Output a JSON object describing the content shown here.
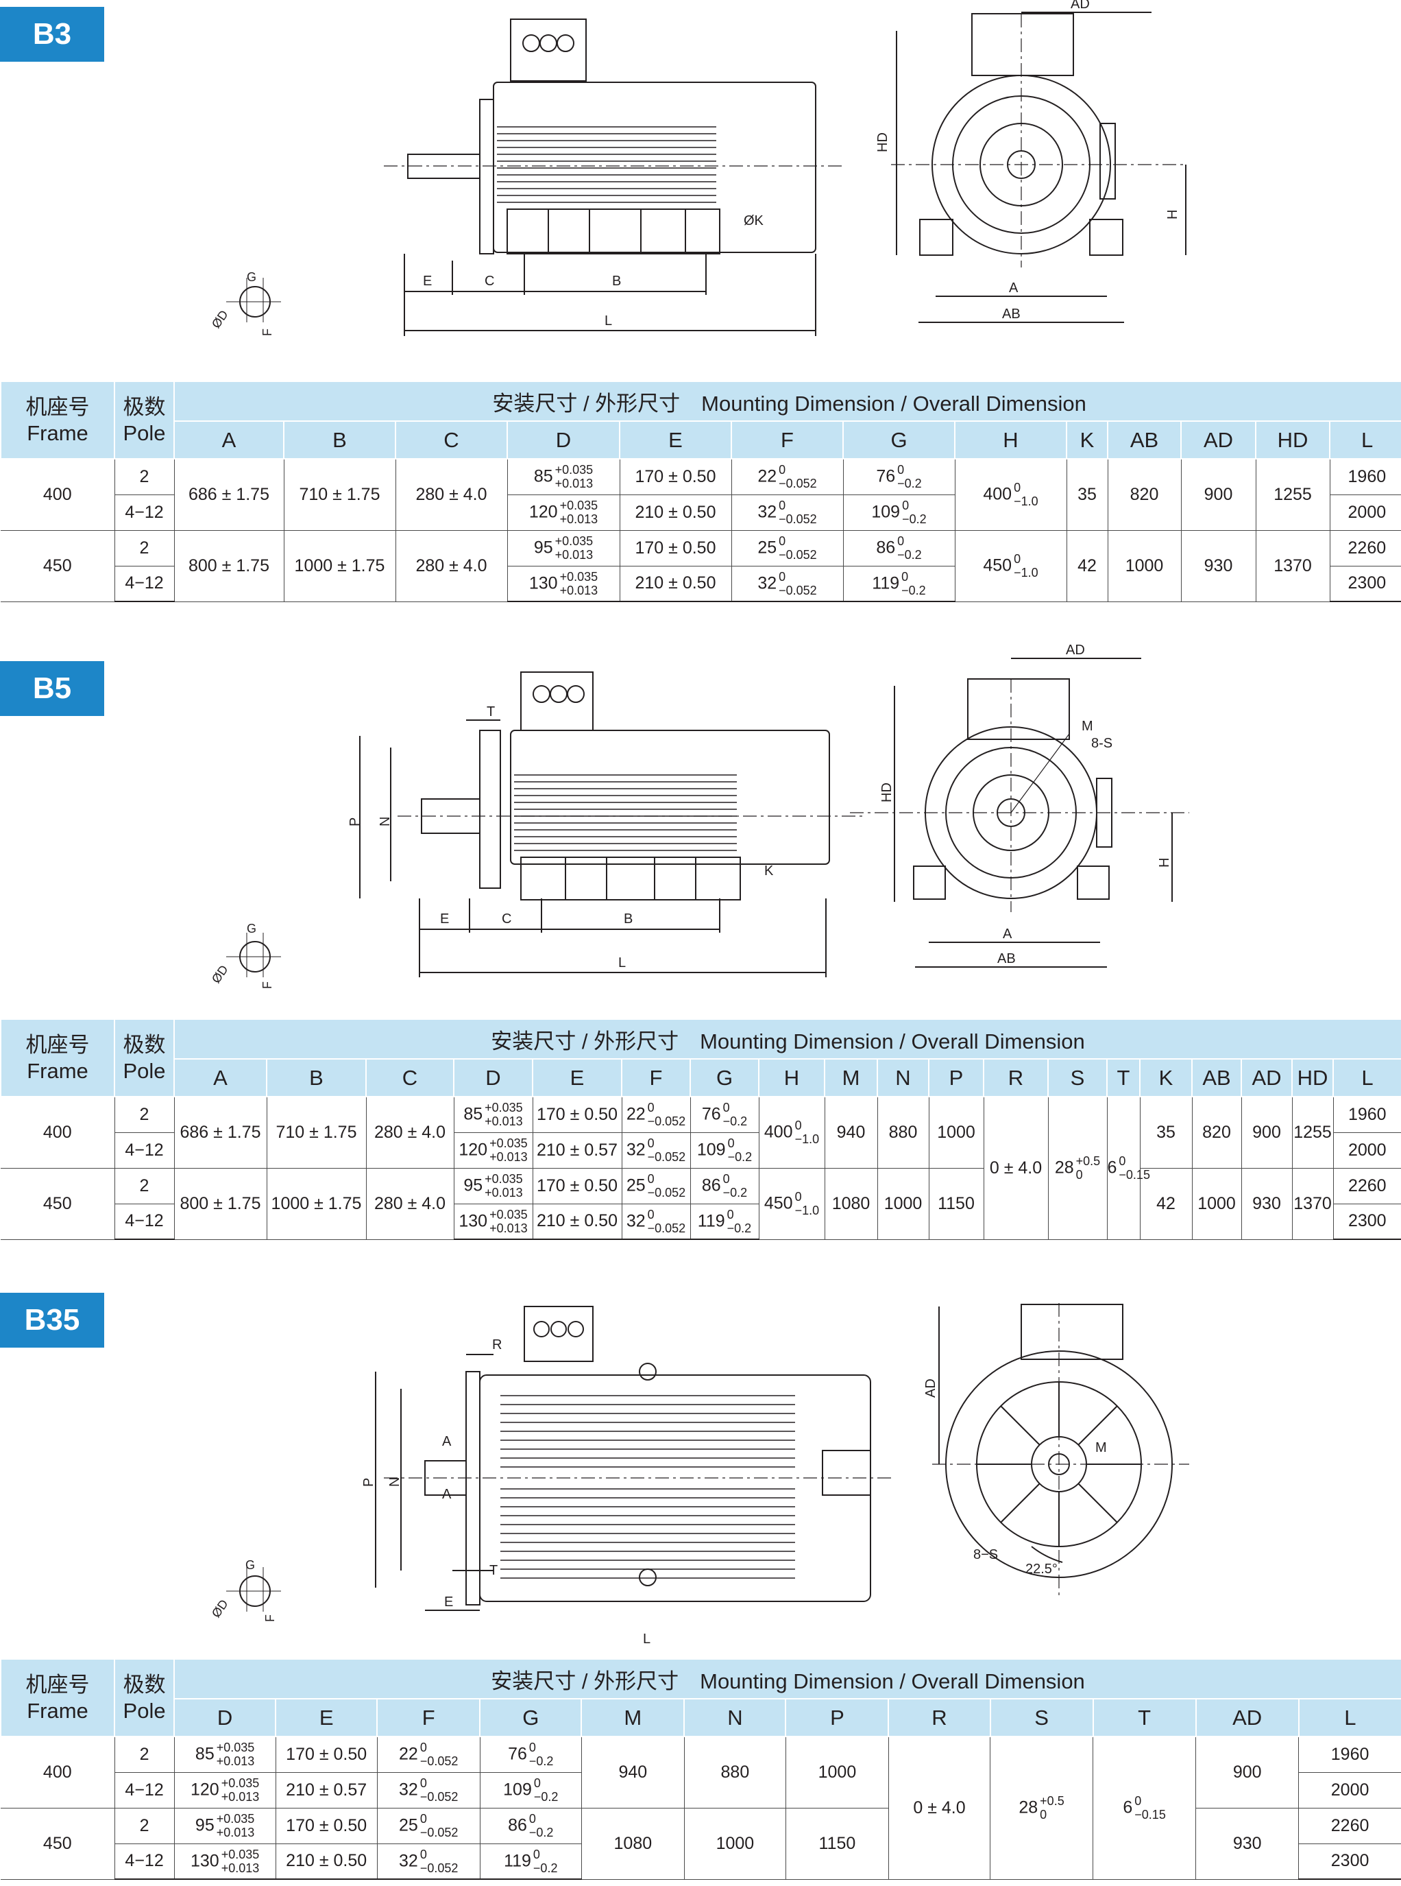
{
  "sections": [
    {
      "tag": "B3",
      "table": {
        "title": "安装尺寸 / 外形尺寸　Mounting Dimension / Overall Dimension",
        "frame_label": [
          "机座号",
          "Frame"
        ],
        "pole_label": [
          "极数",
          "Pole"
        ],
        "columns": [
          "A",
          "B",
          "C",
          "D",
          "E",
          "F",
          "G",
          "H",
          "K",
          "AB",
          "AD",
          "HD",
          "L"
        ],
        "frames": [
          {
            "frame": "400",
            "A": "686 ± 1.75",
            "B": "710 ± 1.75",
            "C": "280 ± 4.0",
            "H": "400",
            "H_tol": [
              "0",
              "−1.0"
            ],
            "K": "35",
            "AB": "820",
            "AD": "900",
            "HD": "1255",
            "rows": [
              {
                "pole": "2",
                "D": "85",
                "D_tol": [
                  "+0.035",
                  "+0.013"
                ],
                "E": "170 ± 0.50",
                "F": "22",
                "F_tol": [
                  "0",
                  "−0.052"
                ],
                "G": "76",
                "G_tol": [
                  "0",
                  "−0.2"
                ],
                "L": "1960"
              },
              {
                "pole": "4−12",
                "D": "120",
                "D_tol": [
                  "+0.035",
                  "+0.013"
                ],
                "E": "210 ± 0.50",
                "F": "32",
                "F_tol": [
                  "0",
                  "−0.052"
                ],
                "G": "109",
                "G_tol": [
                  "0",
                  "−0.2"
                ],
                "L": "2000"
              }
            ]
          },
          {
            "frame": "450",
            "A": "800 ± 1.75",
            "B": "1000 ± 1.75",
            "C": "280 ± 4.0",
            "H": "450",
            "H_tol": [
              "0",
              "−1.0"
            ],
            "K": "42",
            "AB": "1000",
            "AD": "930",
            "HD": "1370",
            "rows": [
              {
                "pole": "2",
                "D": "95",
                "D_tol": [
                  "+0.035",
                  "+0.013"
                ],
                "E": "170 ± 0.50",
                "F": "25",
                "F_tol": [
                  "0",
                  "−0.052"
                ],
                "G": "86",
                "G_tol": [
                  "0",
                  "−0.2"
                ],
                "L": "2260"
              },
              {
                "pole": "4−12",
                "D": "130",
                "D_tol": [
                  "+0.035",
                  "+0.013"
                ],
                "E": "210 ± 0.50",
                "F": "32",
                "F_tol": [
                  "0",
                  "−0.052"
                ],
                "G": "119",
                "G_tol": [
                  "0",
                  "−0.2"
                ],
                "L": "2300"
              }
            ]
          }
        ]
      },
      "drawing_labels": {
        "E": "E",
        "C": "C",
        "B": "B",
        "L": "L",
        "K": "ØK",
        "G": "G",
        "D": "ØD",
        "F": "F",
        "HD": "HD",
        "H": "H",
        "A": "A",
        "AB": "AB",
        "AD": "AD"
      }
    },
    {
      "tag": "B5",
      "table": {
        "title": "安装尺寸 / 外形尺寸　Mounting Dimension / Overall Dimension",
        "frame_label": [
          "机座号",
          "Frame"
        ],
        "pole_label": [
          "极数",
          "Pole"
        ],
        "columns": [
          "A",
          "B",
          "C",
          "D",
          "E",
          "F",
          "G",
          "H",
          "M",
          "N",
          "P",
          "R",
          "S",
          "T",
          "K",
          "AB",
          "AD",
          "HD",
          "L"
        ],
        "R": "0 ± 4.0",
        "S": "28",
        "S_tol": [
          "+0.5",
          "0"
        ],
        "T": "6",
        "T_tol": [
          "0",
          "−0.15"
        ],
        "frames": [
          {
            "frame": "400",
            "A": "686 ± 1.75",
            "B": "710 ± 1.75",
            "C": "280 ± 4.0",
            "H": "400",
            "H_tol": [
              "0",
              "−1.0"
            ],
            "M": "940",
            "N": "880",
            "P": "1000",
            "K": "35",
            "AB": "820",
            "AD": "900",
            "HD": "1255",
            "rows": [
              {
                "pole": "2",
                "D": "85",
                "D_tol": [
                  "+0.035",
                  "+0.013"
                ],
                "E": "170 ± 0.50",
                "F": "22",
                "F_tol": [
                  "0",
                  "−0.052"
                ],
                "G": "76",
                "G_tol": [
                  "0",
                  "−0.2"
                ],
                "L": "1960"
              },
              {
                "pole": "4−12",
                "D": "120",
                "D_tol": [
                  "+0.035",
                  "+0.013"
                ],
                "E": "210 ± 0.57",
                "F": "32",
                "F_tol": [
                  "0",
                  "−0.052"
                ],
                "G": "109",
                "G_tol": [
                  "0",
                  "−0.2"
                ],
                "L": "2000"
              }
            ]
          },
          {
            "frame": "450",
            "A": "800 ± 1.75",
            "B": "1000 ± 1.75",
            "C": "280 ± 4.0",
            "H": "450",
            "H_tol": [
              "0",
              "−1.0"
            ],
            "M": "1080",
            "N": "1000",
            "P": "1150",
            "K": "42",
            "AB": "1000",
            "AD": "930",
            "HD": "1370",
            "rows": [
              {
                "pole": "2",
                "D": "95",
                "D_tol": [
                  "+0.035",
                  "+0.013"
                ],
                "E": "170 ± 0.50",
                "F": "25",
                "F_tol": [
                  "0",
                  "−0.052"
                ],
                "G": "86",
                "G_tol": [
                  "0",
                  "−0.2"
                ],
                "L": "2260"
              },
              {
                "pole": "4−12",
                "D": "130",
                "D_tol": [
                  "+0.035",
                  "+0.013"
                ],
                "E": "210 ± 0.50",
                "F": "32",
                "F_tol": [
                  "0",
                  "−0.052"
                ],
                "G": "119",
                "G_tol": [
                  "0",
                  "−0.2"
                ],
                "L": "2300"
              }
            ]
          }
        ]
      },
      "drawing_labels": {
        "T": "T",
        "P": "P",
        "N": "N",
        "E": "E",
        "C": "C",
        "B": "B",
        "L": "L",
        "K": "K",
        "G": "G",
        "D": "ØD",
        "F": "F",
        "HD": "HD",
        "H": "H",
        "A": "A",
        "AB": "AB",
        "AD": "AD",
        "M": "M",
        "S": "8-S"
      }
    },
    {
      "tag": "B35",
      "table": {
        "title": "安装尺寸 / 外形尺寸　Mounting Dimension / Overall Dimension",
        "frame_label": [
          "机座号",
          "Frame"
        ],
        "pole_label": [
          "极数",
          "Pole"
        ],
        "columns": [
          "D",
          "E",
          "F",
          "G",
          "M",
          "N",
          "P",
          "R",
          "S",
          "T",
          "AD",
          "L"
        ],
        "R": "0 ± 4.0",
        "S": "28",
        "S_tol": [
          "+0.5",
          "0"
        ],
        "T": "6",
        "T_tol": [
          "0",
          "−0.15"
        ],
        "frames": [
          {
            "frame": "400",
            "M": "940",
            "N": "880",
            "P": "1000",
            "AD": "900",
            "rows": [
              {
                "pole": "2",
                "D": "85",
                "D_tol": [
                  "+0.035",
                  "+0.013"
                ],
                "E": "170 ± 0.50",
                "F": "22",
                "F_tol": [
                  "0",
                  "−0.052"
                ],
                "G": "76",
                "G_tol": [
                  "0",
                  "−0.2"
                ],
                "L": "1960"
              },
              {
                "pole": "4−12",
                "D": "120",
                "D_tol": [
                  "+0.035",
                  "+0.013"
                ],
                "E": "210 ± 0.57",
                "F": "32",
                "F_tol": [
                  "0",
                  "−0.052"
                ],
                "G": "109",
                "G_tol": [
                  "0",
                  "−0.2"
                ],
                "L": "2000"
              }
            ]
          },
          {
            "frame": "450",
            "M": "1080",
            "N": "1000",
            "P": "1150",
            "AD": "930",
            "rows": [
              {
                "pole": "2",
                "D": "95",
                "D_tol": [
                  "+0.035",
                  "+0.013"
                ],
                "E": "170 ± 0.50",
                "F": "25",
                "F_tol": [
                  "0",
                  "−0.052"
                ],
                "G": "86",
                "G_tol": [
                  "0",
                  "−0.2"
                ],
                "L": "2260"
              },
              {
                "pole": "4−12",
                "D": "130",
                "D_tol": [
                  "+0.035",
                  "+0.013"
                ],
                "E": "210 ± 0.50",
                "F": "32",
                "F_tol": [
                  "0",
                  "−0.052"
                ],
                "G": "119",
                "G_tol": [
                  "0",
                  "−0.2"
                ],
                "L": "2300"
              }
            ]
          }
        ]
      },
      "drawing_labels": {
        "R": "R",
        "P": "P",
        "N": "N",
        "A1": "A",
        "A2": "A",
        "T": "T",
        "E": "E",
        "L": "L",
        "G": "G",
        "D": "ØD",
        "F": "F",
        "AD": "AD",
        "M": "M",
        "S": "8−S",
        "angle": "22.5°"
      }
    }
  ]
}
